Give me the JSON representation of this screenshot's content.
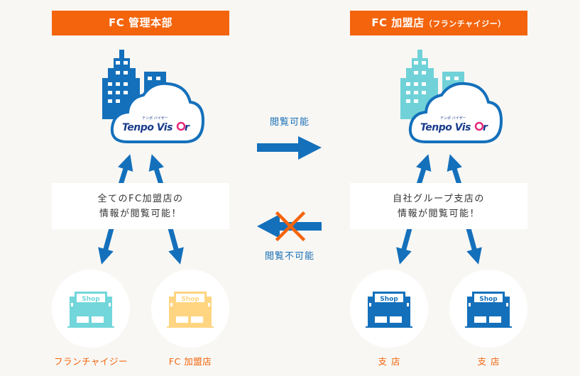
{
  "left_panel": {
    "header": {
      "title": "FC 管理本部",
      "subtitle": ""
    },
    "building_color": "#1470bb",
    "cloud_logo": {
      "ruby": "テンポ バイザー",
      "text": "TenpoVisor"
    },
    "info_lines": [
      "全てのFC加盟店の",
      "情報が閲覧可能！"
    ],
    "shops": [
      {
        "sign": "Shop",
        "label": "フランチャイジー",
        "color": "#72d6da"
      },
      {
        "sign": "Shop",
        "label": "FC 加盟店",
        "color": "#ffd581"
      }
    ]
  },
  "right_panel": {
    "header": {
      "title": "FC 加盟店",
      "subtitle": "（フランチャイジー）"
    },
    "building_color": "#70d2d8",
    "cloud_logo": {
      "ruby": "テンポ バイザー",
      "text": "TenpoVisor"
    },
    "info_lines": [
      "自社グループ支店の",
      "情報が閲覧可能！"
    ],
    "shops": [
      {
        "sign": "Shop",
        "label": "支店",
        "color": "#1470bb"
      },
      {
        "sign": "Shop",
        "label": "支店",
        "color": "#1470bb"
      }
    ]
  },
  "middle": {
    "allowed_label": "閲覧可能",
    "denied_label": "閲覧不可能"
  },
  "colors": {
    "accent_orange": "#f4640c",
    "arrow_blue": "#1470bb",
    "background": "#f8f7f4",
    "logo_pink": "#e6267a"
  }
}
